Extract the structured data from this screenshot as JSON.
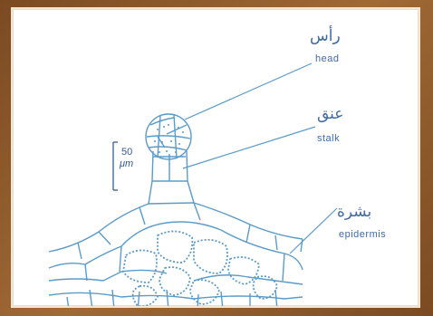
{
  "labels": {
    "head_ar": "رأس",
    "head_en": "head",
    "stalk_ar": "عنق",
    "stalk_en": "stalk",
    "epidermis_ar": "بشرة",
    "epidermis_en": "epidermis"
  },
  "scale": {
    "value": "50",
    "unit": "μm"
  },
  "colors": {
    "line": "#5b9bc9",
    "label": "#3f6aa6",
    "frame": "#8a5a2b",
    "background": "#ffffff"
  }
}
